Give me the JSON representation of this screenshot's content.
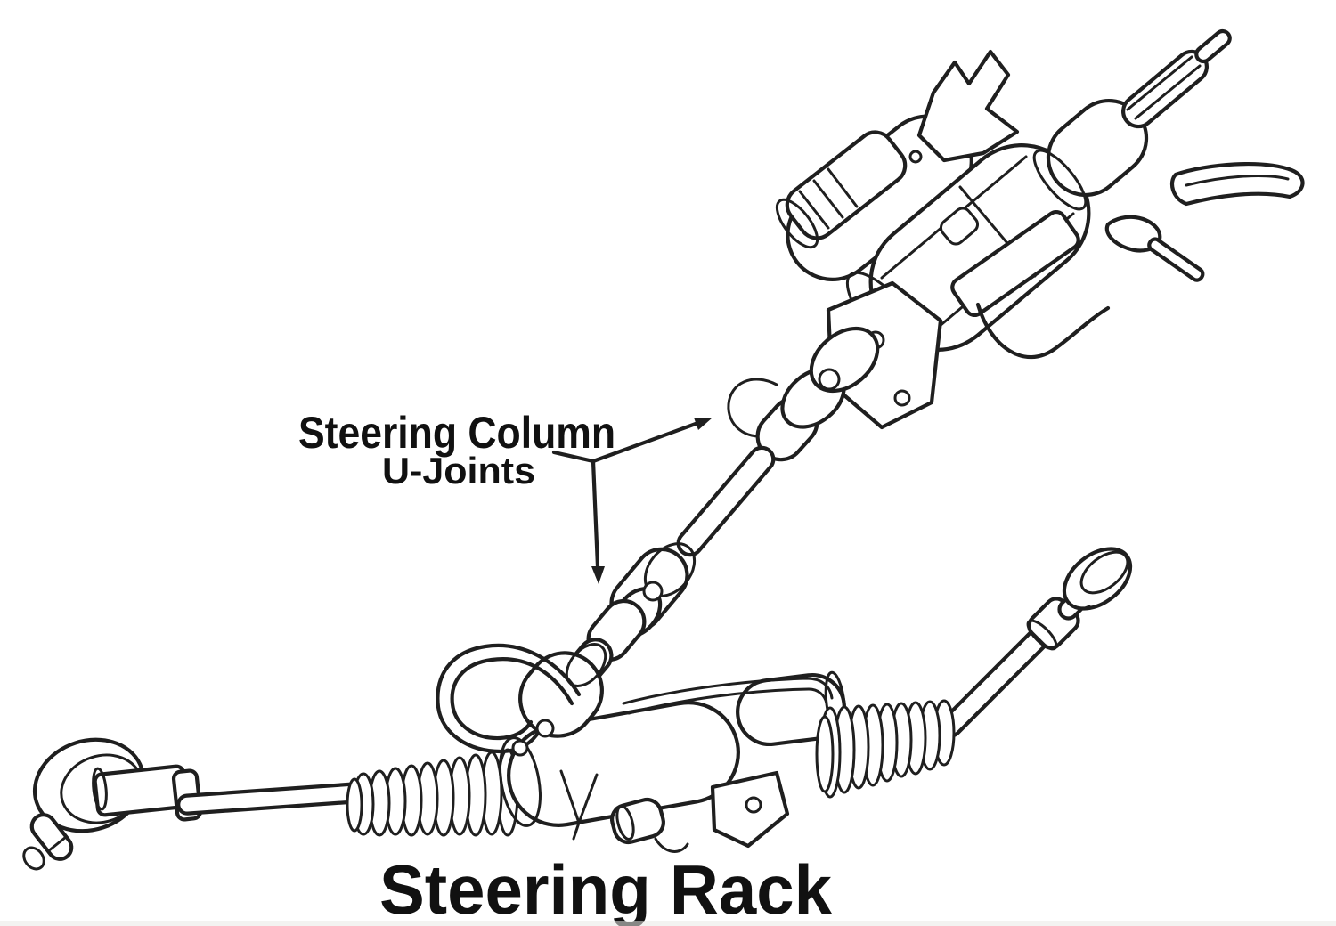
{
  "style": {
    "background": "#ffffff",
    "ink": "#1f1f1f",
    "label_color": "#111111"
  },
  "labels": {
    "u_joints_line1": "Steering Column",
    "u_joints_line2": "U-Joints",
    "rack": "Steering Rack"
  },
  "figure": {
    "type": "technical line drawing",
    "subject": "Automotive power steering system: steering column with intermediate shaft universal joints and rack-and-pinion steering rack",
    "callouts": [
      {
        "label": "Steering Column U-Joints",
        "targets": [
          "upper-u-joint",
          "lower-u-joint"
        ]
      },
      {
        "label": "Steering Rack",
        "targets": [
          "rack-and-pinion-assembly"
        ]
      }
    ]
  }
}
